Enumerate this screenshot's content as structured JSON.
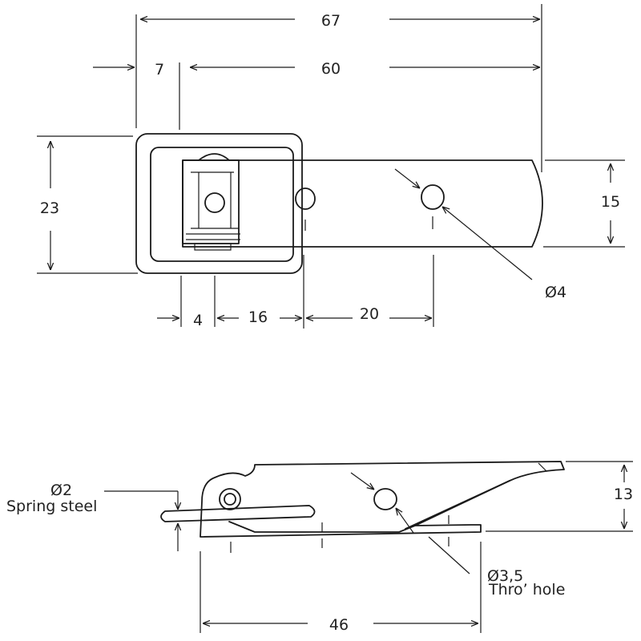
{
  "top_view": {
    "dimensions": {
      "overall_length": "67",
      "offset": "7",
      "plate_length": "60",
      "height": "23",
      "plate_width": "15",
      "gap_small": "4",
      "gap_16": "16",
      "hole_pitch": "20"
    },
    "hole_callout": "Ø4"
  },
  "side_view": {
    "wire_diameter": "Ø2",
    "wire_material": "Spring steel",
    "height": "13",
    "hole_diameter": "Ø3,5",
    "hole_note": "Thro’ hole",
    "length": "46"
  },
  "colors": {
    "line": "#1a1a1a",
    "text": "#222222",
    "background": "#ffffff"
  }
}
